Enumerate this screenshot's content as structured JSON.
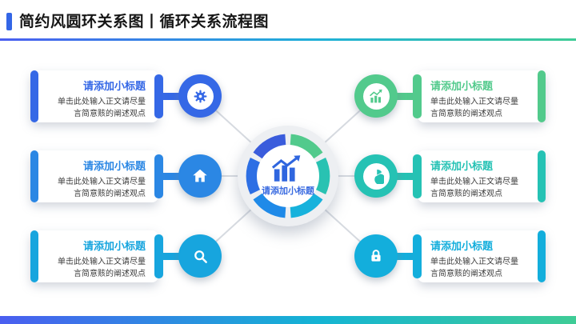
{
  "header": {
    "title": "简约风圆环关系图丨循环关系流程图",
    "accent_color": "#3366E6",
    "divider_gradient": [
      "#4A5EF0",
      "#1FB0D8",
      "#3FCC96"
    ]
  },
  "footer": {
    "bar_gradient": [
      "#4A5EF0",
      "#14B4D4",
      "#3FCC96"
    ]
  },
  "center": {
    "label": "请添加小标题",
    "icon": "bar-chart-growth-icon",
    "label_color": "#3A6BE0",
    "disc_color": "#EDEFF2",
    "ring_segments": [
      "#52CA8C",
      "#29C2B2",
      "#17B2DC",
      "#1F8AE8",
      "#2D6FE4",
      "#3A5CDC"
    ]
  },
  "cards": [
    {
      "position": "left-top",
      "title": "请添加小标题",
      "body_line1": "单击此处输入正文请尽量",
      "body_line2": "言简意赅的阐述观点",
      "accent": "#3568E6",
      "icon": "gear-icon",
      "node_style": "ring"
    },
    {
      "position": "left-middle",
      "title": "请添加小标题",
      "body_line1": "单击此处输入正文请尽量",
      "body_line2": "言简意赅的阐述观点",
      "accent": "#2B87E4",
      "icon": "home-icon",
      "node_style": "solid"
    },
    {
      "position": "left-bottom",
      "title": "请添加小标题",
      "body_line1": "单击此处输入正文请尽量",
      "body_line2": "言简意赅的阐述观点",
      "accent": "#17A5DE",
      "icon": "search-icon",
      "node_style": "solid"
    },
    {
      "position": "right-top",
      "title": "请添加小标题",
      "body_line1": "单击此处输入正文请尽量",
      "body_line2": "言简意赅的阐述观点",
      "accent": "#52CA8C",
      "icon": "growth-chart-icon",
      "node_style": "ring"
    },
    {
      "position": "right-middle",
      "title": "请添加小标题",
      "body_line1": "单击此处输入正文请尽量",
      "body_line2": "言简意赅的阐述观点",
      "accent": "#25C2B4",
      "icon": "pie-chart-icon",
      "node_style": "ring"
    },
    {
      "position": "right-bottom",
      "title": "请添加小标题",
      "body_line1": "单击此处输入正文请尽量",
      "body_line2": "言简意赅的阐述观点",
      "accent": "#13AEDC",
      "icon": "lock-icon",
      "node_style": "solid"
    }
  ]
}
